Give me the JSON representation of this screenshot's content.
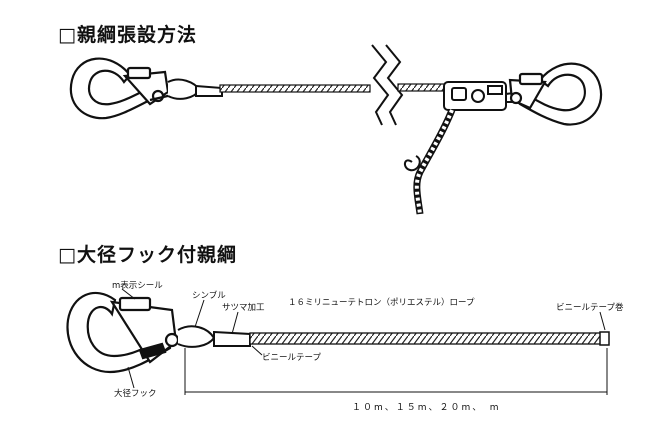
{
  "section1": {
    "title": "□親綱張設方法"
  },
  "section2": {
    "title": "□大径フック付親綱",
    "labels": {
      "marking_seal": "m表示シール",
      "thimble": "シンブル",
      "satsuma_splice": "サツマ加工",
      "rope_spec": "１６ミリニューテトロン（ポリエステル）ロープ",
      "vinyl_tape_end": "ビニールテープ巻",
      "vinyl_tape": "ビニールテープ",
      "large_hook": "大径フック",
      "length_options": "１０m、１５m、２０m、　m"
    }
  }
}
